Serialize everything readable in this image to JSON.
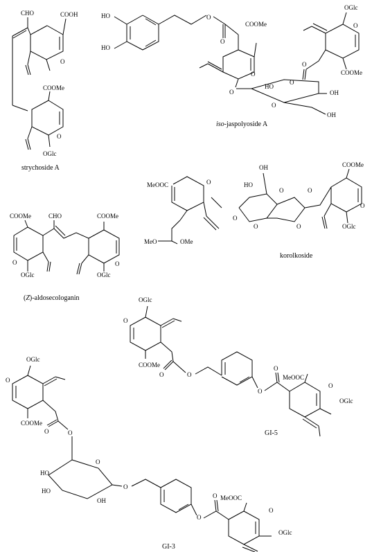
{
  "captions": {
    "strychoside_a": "strychoside A",
    "iso_prefix": "iso",
    "iso_rest": "-jaspolyoside A",
    "korolkoside": "korolkoside",
    "aldo_paren_open": "(",
    "aldo_z": "Z",
    "aldo_rest": ")-aldosecologanin",
    "gi5": "GI-5",
    "gi3": "GI-3"
  },
  "groups": {
    "cho": "CHO",
    "cooh": "COOH",
    "coome": "COOMe",
    "meooc": "MeOOC",
    "meo": "MeO",
    "ome": "OMe",
    "oglc": "OGlc",
    "o": "O",
    "ho": "HO",
    "oh": "OH"
  }
}
